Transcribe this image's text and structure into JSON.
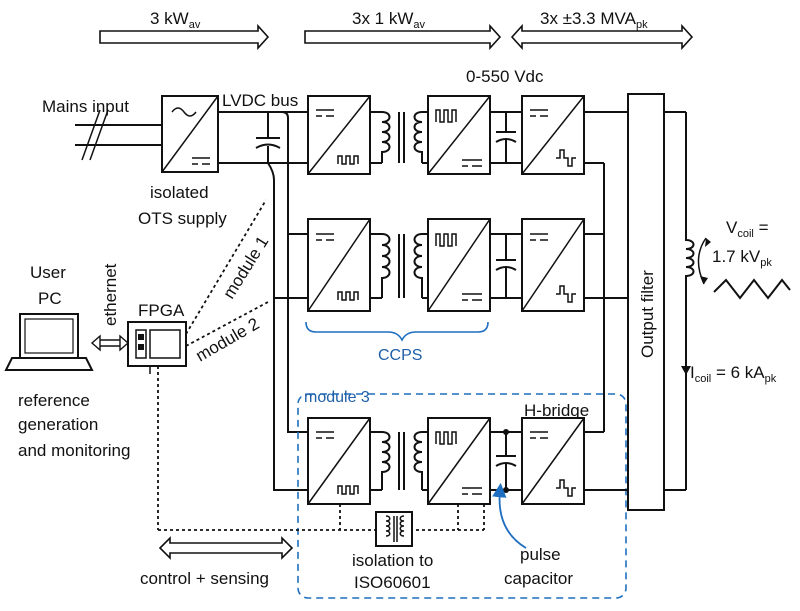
{
  "arrows": {
    "a1": "3 kW",
    "a1_sub": "av",
    "a2": "3x 1 kW",
    "a2_sub": "av",
    "a3": "3x ±3.3 MVA",
    "a3_sub": "pk"
  },
  "labels": {
    "mains_input": "Mains input",
    "lvdc_bus": "LVDC bus",
    "vdc": "0-550 Vdc",
    "isolated": "isolated",
    "ots_supply": "OTS supply",
    "user": "User",
    "pc": "PC",
    "ethernet": "ethernet",
    "fpga": "FPGA",
    "module1": "module 1",
    "module2": "module 2",
    "ccps": "CCPS",
    "module3": "module 3",
    "hbridge": "H-bridge",
    "output_filter": "Output filter",
    "vcoil_label": "V",
    "vcoil_sub": "coil",
    "vcoil_eq": " =",
    "vcoil_val": "1.7 kV",
    "vcoil_val_sub": "pk",
    "icoil_label": "I",
    "icoil_sub": "coil",
    "icoil_val": " = 6 kA",
    "icoil_val_sub": "pk",
    "reference": "reference",
    "generation": "generation",
    "and_monitoring": "and monitoring",
    "control_sensing": "control + sensing",
    "isolation_to": "isolation to",
    "iso": "ISO60601",
    "pulse": "pulse",
    "capacitor": "capacitor"
  }
}
